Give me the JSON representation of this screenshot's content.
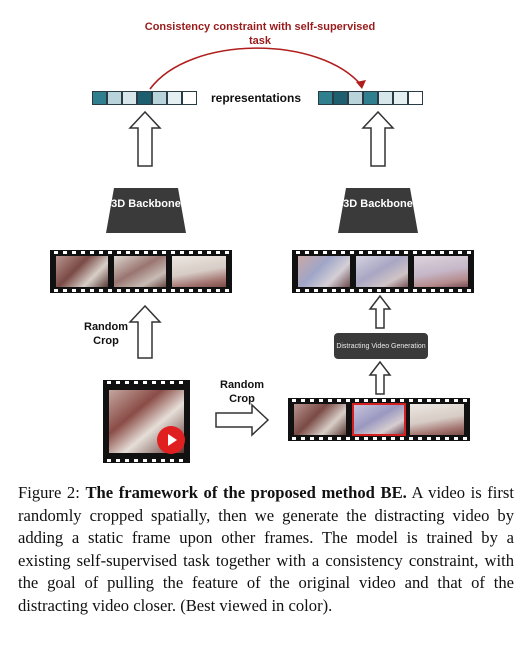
{
  "diagram": {
    "constraint_label": "Consistency constraint with self-supervised task",
    "representations_label": "representations",
    "backbone_left_label": "3D Backbone",
    "backbone_right_label": "3D Backbone",
    "random_crop_vertical_label": "Random Crop",
    "random_crop_horizontal_label": "Random Crop",
    "distracting_generation_label": "Distracting Video Generation",
    "colors": {
      "constraint_arrow": "#b01e1e",
      "cell_dark": "#2f7f8e",
      "cell_light": "#b9d3da",
      "backbone": "#3a3a3a",
      "film": "#111111",
      "highlight_frame": "#d42020",
      "play_button": "#e02020"
    }
  },
  "caption": {
    "prefix": "Figure 2: ",
    "title": "The framework of the proposed method BE.",
    "body": " A video is first randomly cropped spatially, then we generate the distracting video by adding a static frame upon other frames. The model is trained by a existing self-supervised task together with a consistency constraint, with the goal of pulling the feature of the original video and that of the distracting video closer. (Best viewed in color)."
  }
}
